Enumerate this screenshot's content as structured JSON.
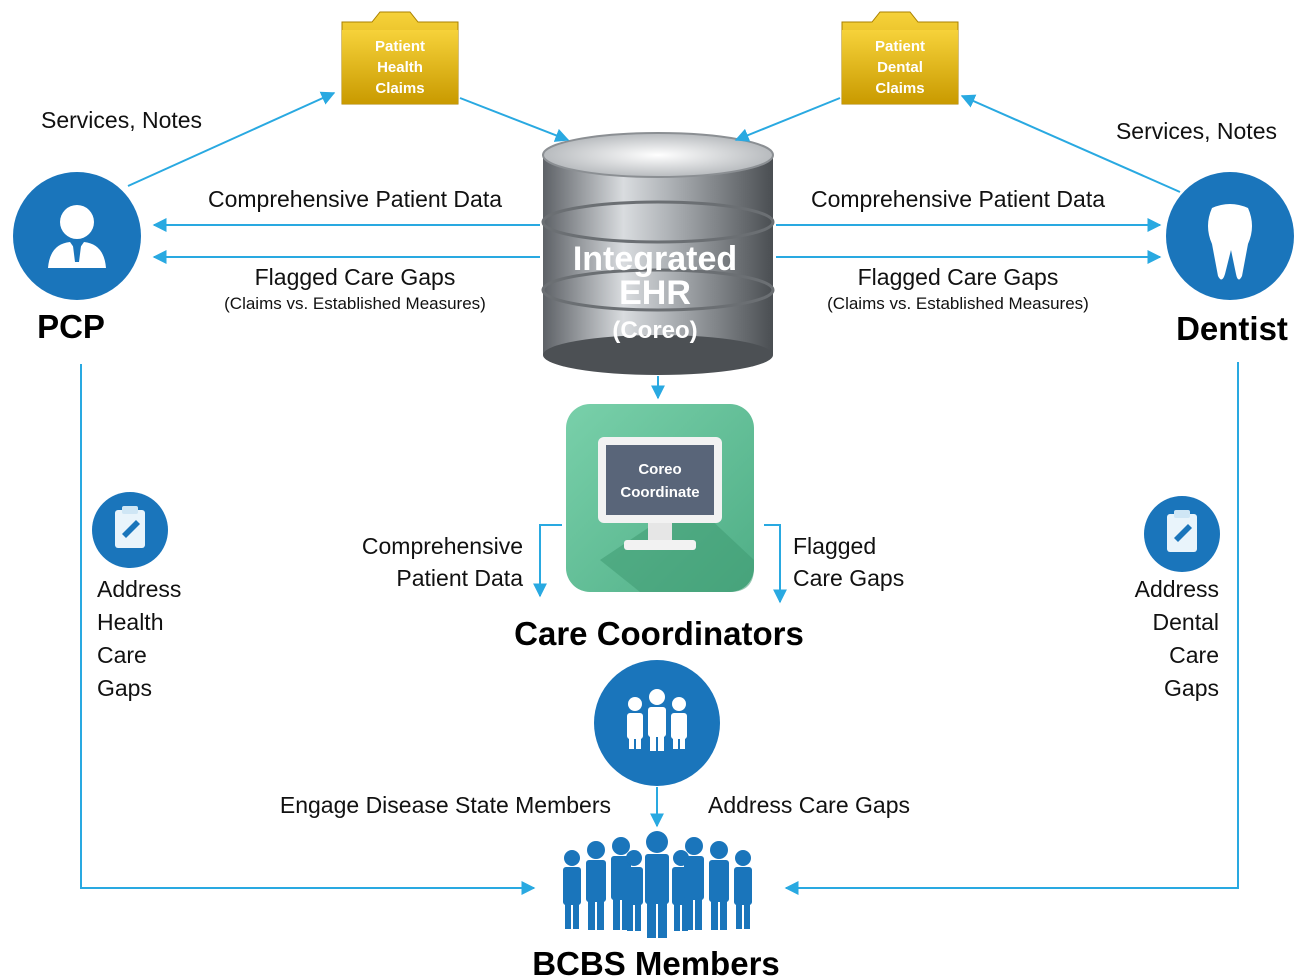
{
  "folders": {
    "health": [
      "Patient",
      "Health",
      "Claims"
    ],
    "dental": [
      "Patient",
      "Dental",
      "Claims"
    ]
  },
  "ehr": {
    "line1": "Integrated",
    "line2": "EHR",
    "line3": "(Coreo)"
  },
  "pcp": {
    "label": "PCP",
    "services": "Services, Notes"
  },
  "dentist": {
    "label": "Dentist",
    "services": "Services, Notes"
  },
  "links_left": {
    "data": "Comprehensive Patient Data",
    "gaps": "Flagged Care Gaps",
    "gaps_sub": "(Claims vs. Established Measures)"
  },
  "links_right": {
    "data": "Comprehensive Patient Data",
    "gaps": "Flagged Care Gaps",
    "gaps_sub": "(Claims vs. Established Measures)"
  },
  "coordinate": {
    "screen": [
      "Coreo",
      "Coordinate"
    ],
    "left_label": [
      "Comprehensive",
      "Patient Data"
    ],
    "right_label": [
      "Flagged",
      "Care Gaps"
    ]
  },
  "care_coordinators": {
    "label": "Care Coordinators"
  },
  "address_health": [
    "Address",
    "Health",
    "Care",
    "Gaps"
  ],
  "address_dental": [
    "Address",
    "Dental",
    "Care",
    "Gaps"
  ],
  "engage": "Engage Disease State Members",
  "address_care_gaps": "Address Care Gaps",
  "members": {
    "label": "BCBS Members"
  },
  "colors": {
    "blue": "#1a75bb",
    "arrow": "#29a9e1",
    "folder": "#e5b400",
    "green": "#6cc39e"
  }
}
